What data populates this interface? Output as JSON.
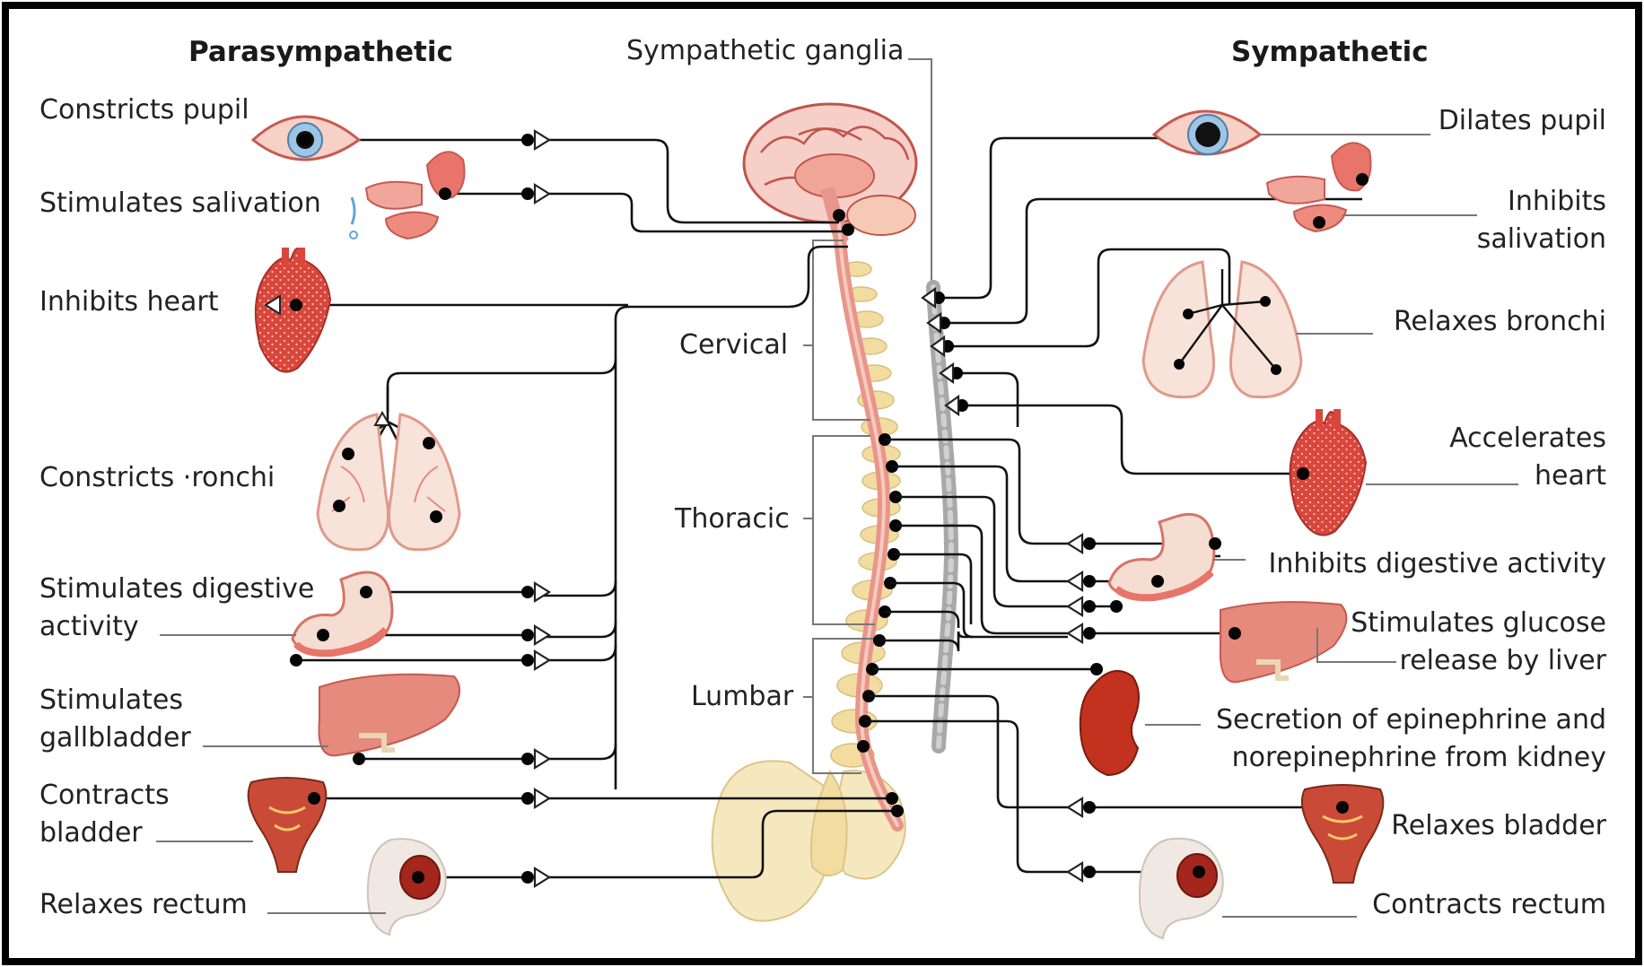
{
  "headings": {
    "parasympathetic": "Parasympathetic",
    "sympathetic": "Sympathetic",
    "ganglia": "Sympathetic ganglia"
  },
  "spine_regions": {
    "cervical": "Cervical",
    "thoracic": "Thoracic",
    "lumbar": "Lumbar"
  },
  "parasympathetic_labels": {
    "pupil": "Constricts pupil",
    "salivation": "Stimulates salivation",
    "heart": "Inhibits heart",
    "bronchi": "Constricts ·ronchi",
    "digestive_1": "Stimulates digestive",
    "digestive_2": "activity",
    "gallbladder_1": "Stimulates",
    "gallbladder_2": "gallbladder",
    "bladder_1": "Contracts",
    "bladder_2": "bladder",
    "rectum": "Relaxes rectum"
  },
  "sympathetic_labels": {
    "pupil": "Dilates pupil",
    "salivation_1": "Inhibits",
    "salivation_2": "salivation",
    "bronchi": "Relaxes bronchi",
    "heart_1": "Accelerates",
    "heart_2": "heart",
    "digestive": "Inhibits digestive activity",
    "liver_1": "Stimulates glucose",
    "liver_2": "release by liver",
    "kidney_1": "Secretion of epinephrine and",
    "kidney_2": "norepinephrine from kidney",
    "bladder": "Relaxes bladder",
    "rectum": "Contracts rectum"
  },
  "colors": {
    "wire": "#111111",
    "nerve": "#e8958a",
    "vertebra": "#f3dca0",
    "ganglia": "#b4b4b4",
    "organ_red": "#d9463c",
    "organ_pink": "#f4c5bc",
    "bone": "#f5e8bf",
    "frame": "#000000"
  }
}
